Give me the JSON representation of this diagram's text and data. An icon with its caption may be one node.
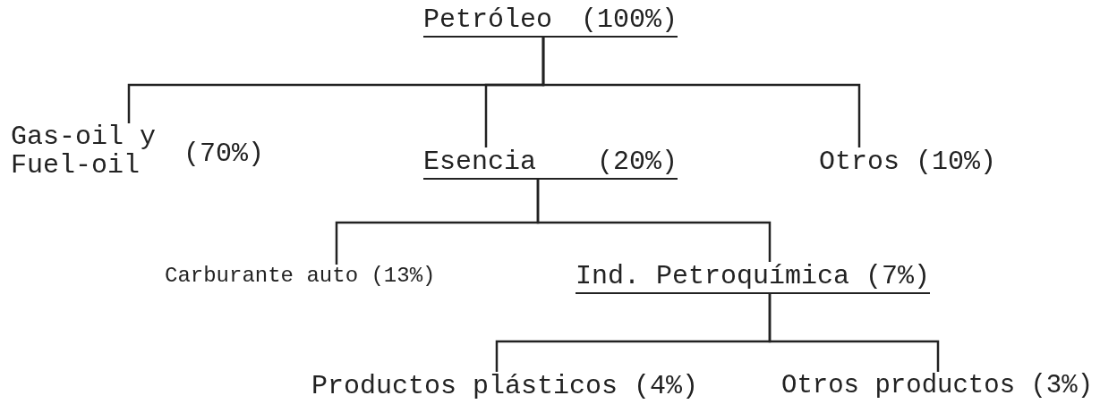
{
  "diagram": {
    "nodes": [
      {
        "text": [
          "Petróleo (100%)"
        ]
      },
      {
        "text": [
          "Gas-oil y Fuel-oil"
        ],
        "beside": [
          "(70%)"
        ]
      },
      {
        "text": [
          "Esencia (20%)"
        ]
      },
      {
        "text": [
          "Otros (10%)"
        ]
      },
      {
        "text": [
          "Carburante auto (13%)"
        ]
      },
      {
        "text": [
          "Ind. Petroquímica (7%)"
        ]
      },
      {
        "text": [
          "Productos plásticos (4%)"
        ]
      },
      {
        "text": [
          "Otros productos (3%)"
        ]
      }
    ],
    "edges": [
      {
        "from": 0,
        "to": 1,
        "arrow": "none"
      },
      {
        "from": 0,
        "to": 2,
        "arrow": "none"
      },
      {
        "from": 0,
        "to": 3,
        "arrow": "none"
      },
      {
        "from": 2,
        "to": 4,
        "arrow": "none"
      },
      {
        "from": 2,
        "to": 5,
        "arrow": "none"
      },
      {
        "from": 5,
        "to": 6,
        "arrow": "none"
      },
      {
        "from": 5,
        "to": 7,
        "arrow": "none"
      }
    ]
  }
}
